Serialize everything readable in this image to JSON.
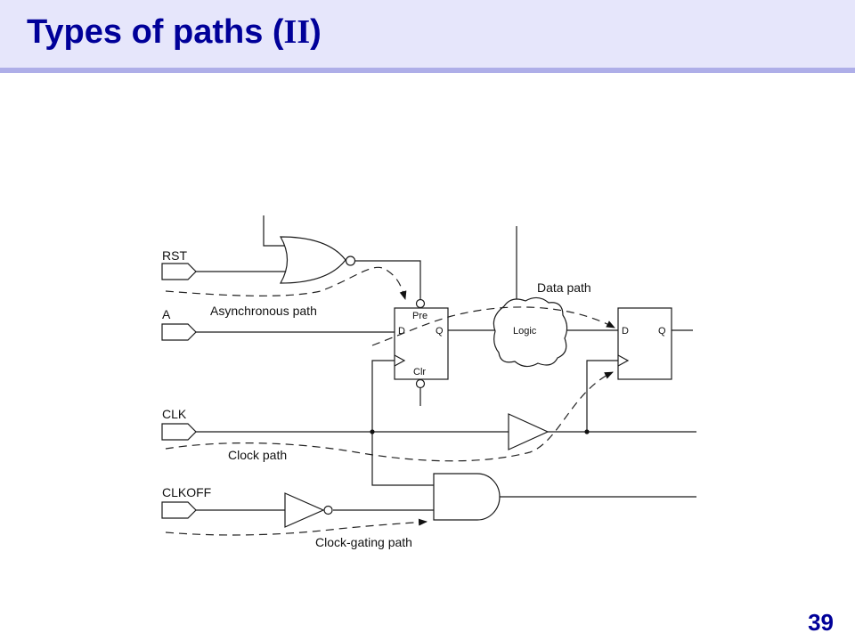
{
  "slide": {
    "title_main": "Types of paths (",
    "title_roman": "II",
    "title_close": ")",
    "page_number": "39"
  },
  "diagram": {
    "inputs": {
      "rst": "RST",
      "a": "A",
      "clk": "CLK",
      "clkoff": "CLKOFF"
    },
    "ff1": {
      "d": "D",
      "q": "Q",
      "pre": "Pre",
      "clr": "Clr"
    },
    "ff2": {
      "d": "D",
      "q": "Q"
    },
    "logic": "Logic",
    "paths": {
      "asynchronous": "Asynchronous path",
      "data": "Data path",
      "clock": "Clock path",
      "clock_gating": "Clock-gating path"
    }
  }
}
